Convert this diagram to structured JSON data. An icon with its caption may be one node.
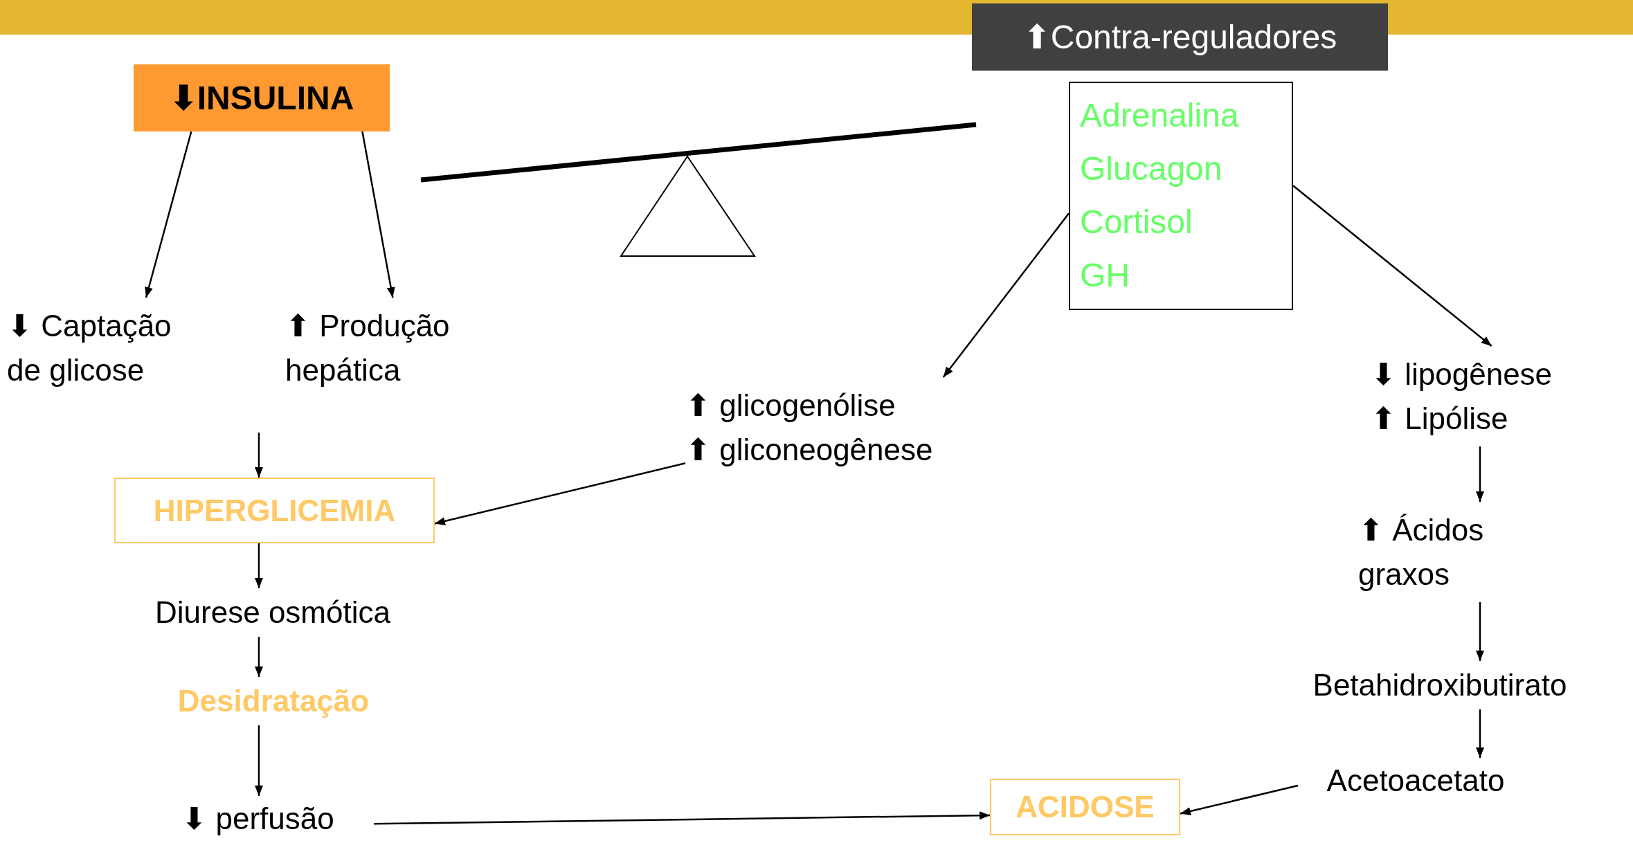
{
  "diagram": {
    "nodes": [
      {
        "text": [
          "⬇INSULINA"
        ]
      },
      {
        "text": [
          "⬆Contra-reguladores"
        ]
      },
      {
        "text": [
          "Adrenalina",
          "Glucagon",
          "Cortisol",
          "GH"
        ]
      },
      {
        "text": [
          "⬇ Captação de glicose"
        ]
      },
      {
        "text": [
          "⬆ Produção hepática"
        ]
      },
      {
        "text": [
          "HIPERGLICEMIA"
        ]
      },
      {
        "text": [
          "Diurese osmótica"
        ]
      },
      {
        "text": [
          "Desidratação"
        ]
      },
      {
        "text": [
          "⬇ perfusão"
        ]
      },
      {
        "text": [
          "⬆ glicogenólise",
          "⬆ gliconeogênese"
        ]
      },
      {
        "text": [
          "⬇ lipogênese",
          "⬆ Lipólise"
        ]
      },
      {
        "text": [
          "⬆ Ácidos graxos"
        ]
      },
      {
        "text": [
          "Betahidroxibutirato"
        ]
      },
      {
        "text": [
          "Acetoacetato"
        ]
      },
      {
        "text": [
          "ACIDOSE"
        ]
      }
    ],
    "edges": [
      {
        "from": 0,
        "to": 3,
        "arrow": "to"
      },
      {
        "from": 0,
        "to": 4,
        "arrow": "to"
      },
      {
        "from": null,
        "to": 5,
        "arrow": "to"
      },
      {
        "from": 2,
        "to": 9,
        "arrow": "to"
      },
      {
        "from": 2,
        "to": 10,
        "arrow": "to"
      },
      {
        "from": 9,
        "to": 5,
        "arrow": "to"
      },
      {
        "from": 5,
        "to": 6,
        "arrow": "to"
      },
      {
        "from": 6,
        "to": 7,
        "arrow": "to"
      },
      {
        "from": 7,
        "to": 8,
        "arrow": "to"
      },
      {
        "from": 8,
        "to": 14,
        "arrow": "to"
      },
      {
        "from": 10,
        "to": 11,
        "arrow": "to"
      },
      {
        "from": 11,
        "to": 12,
        "arrow": "to"
      },
      {
        "from": 12,
        "to": 13,
        "arrow": "to"
      },
      {
        "from": 13,
        "to": 14,
        "arrow": "to"
      }
    ]
  }
}
